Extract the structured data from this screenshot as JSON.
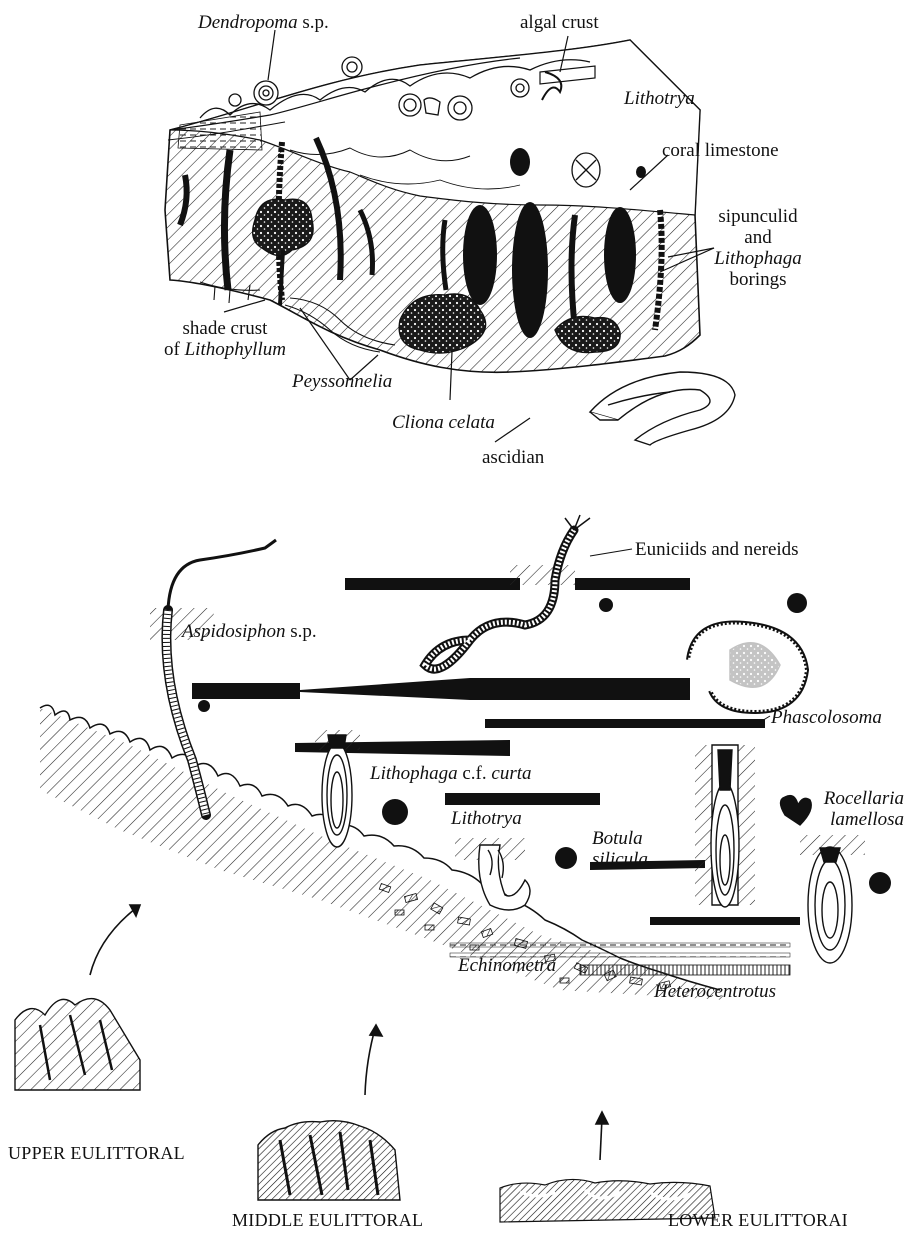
{
  "top_panel": {
    "dendropoma_name": "Dendropoma",
    "dendropoma_suffix": " s.p.",
    "algal_crust": "algal crust",
    "lithotrya": "Lithotrya",
    "coral_limestone": "coral limestone",
    "sipunculid_line1": "sipunculid",
    "sipunculid_line2": "and",
    "sipunculid_line3": "Lithophaga",
    "sipunculid_line4": "borings",
    "shade_crust_line1": "shade crust",
    "shade_crust_prefix": "of ",
    "shade_crust_genus": "Lithophyllum",
    "peyssonnelia": "Peyssonnelia",
    "cliona": "Cliona celata",
    "ascidian": "ascidian"
  },
  "bottom_panel": {
    "euniciids": "Euniciids and nereids",
    "aspidosiphon_name": "Aspidosiphon",
    "aspidosiphon_suffix": " s.p.",
    "phascolosoma": "Phascolosoma",
    "lithophaga_name": "Lithophaga",
    "lithophaga_suffix": " c.f. ",
    "lithophaga_species": "curta",
    "rocellaria_line1": "Rocellaria",
    "rocellaria_line2": "lamellosa",
    "lithotrya": "Lithotrya",
    "botula_line1": "Botula",
    "botula_line2": "silicula",
    "echinometra": "Echinometra",
    "heterocentrotus": "Heterocentrotus"
  },
  "zones": {
    "upper": "UPPER EULITTORAL",
    "middle": "MIDDLE EULITTORAL",
    "lower": "LOWER EULITTORAI"
  }
}
